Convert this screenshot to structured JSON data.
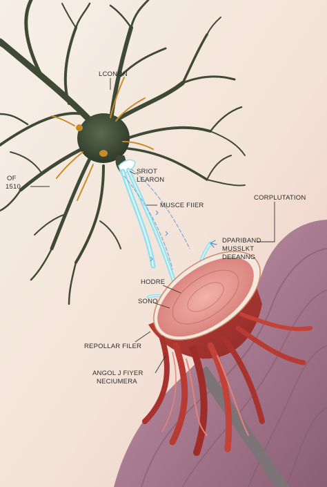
{
  "labels": {
    "axon_top": "LCONON",
    "of_1510": [
      "OF",
      "1510"
    ],
    "sriot_learon": [
      "SRIOT",
      "LEARON"
    ],
    "musce_fiber": "MUSCE FIIER",
    "corplutation": "CORPLUTATION",
    "dparband": [
      "DPARIBAND",
      "MUSSLKT",
      "DEEANNG"
    ],
    "hodre": "HODRE",
    "sono": "SONO",
    "repollar_fiber": "REPOLLAR FILER",
    "angol_fiyer": [
      "ANGOL J FIYER",
      "NECIUMERA"
    ]
  },
  "colors": {
    "neuron_body": "#3e4a36",
    "neuron_highlight": "#c98a28",
    "nerve_fiber": "#8fe0ec",
    "muscle_red": "#b43a34",
    "muscle_pink": "#e3a3a0",
    "tissue_mauve": "#b98a9c",
    "background_top": "#f4ece2",
    "background_bottom": "#f2cfc6"
  }
}
